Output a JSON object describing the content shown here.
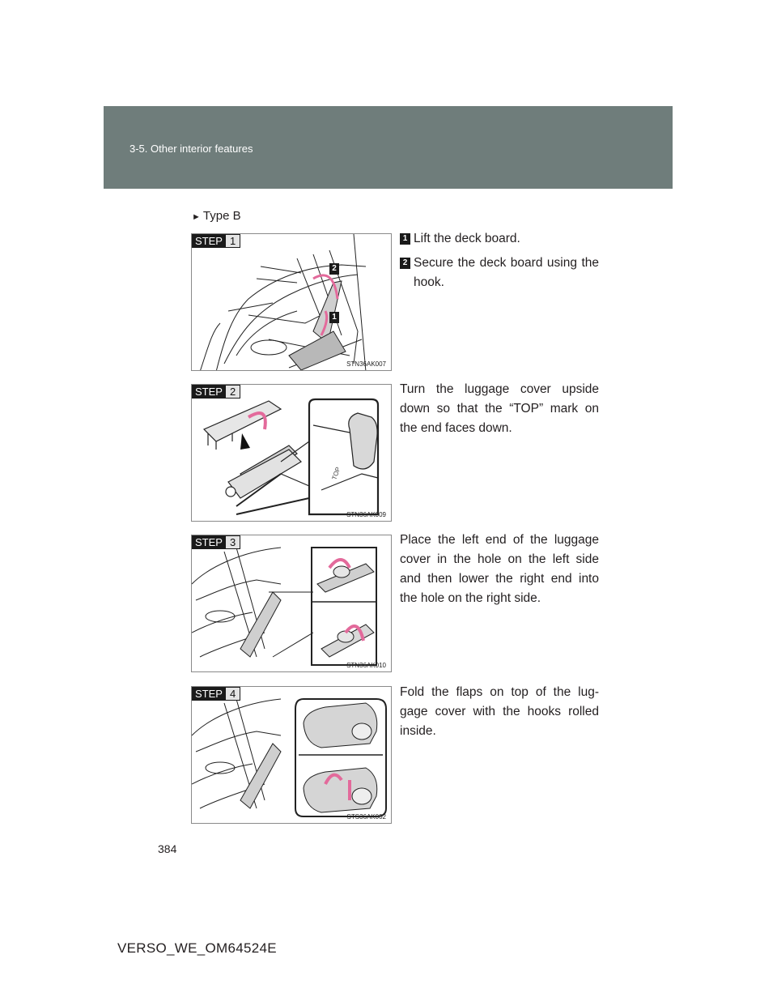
{
  "header": {
    "section_title": "3-5. Other interior features"
  },
  "type_label": {
    "arrow": "►",
    "text": "Type B"
  },
  "steps": [
    {
      "tag": "STEP",
      "number": "1",
      "code": "STN36AK007",
      "items": [
        {
          "num": "1",
          "text": "Lift the deck board."
        },
        {
          "num": "2",
          "text": "Secure the deck board using the hook."
        }
      ],
      "callouts": [
        "2",
        "1"
      ]
    },
    {
      "tag": "STEP",
      "number": "2",
      "code": "STN36AK009",
      "text": "Turn the luggage cover upside down so that the “TOP” mark on the end faces down.",
      "top_mark": "TOP"
    },
    {
      "tag": "STEP",
      "number": "3",
      "code": "STN36AK010",
      "text": "Place the left end of the luggage cover in the hole on the left side and then lower the right end into the hole on the right side."
    },
    {
      "tag": "STEP",
      "number": "4",
      "code": "STS36AK002",
      "text": "Fold the flaps on top of the luggage cover with the hooks rolled inside.",
      "text_display": "Fold the flaps on top of the lug-gage cover with the hooks rolled inside."
    }
  ],
  "footer": {
    "page_number": "384",
    "doc_code": "VERSO_WE_OM64524E"
  },
  "colors": {
    "header_bar": "#6f7d7b",
    "arrow_pink": "#e36a9b",
    "ink": "#231f20"
  }
}
